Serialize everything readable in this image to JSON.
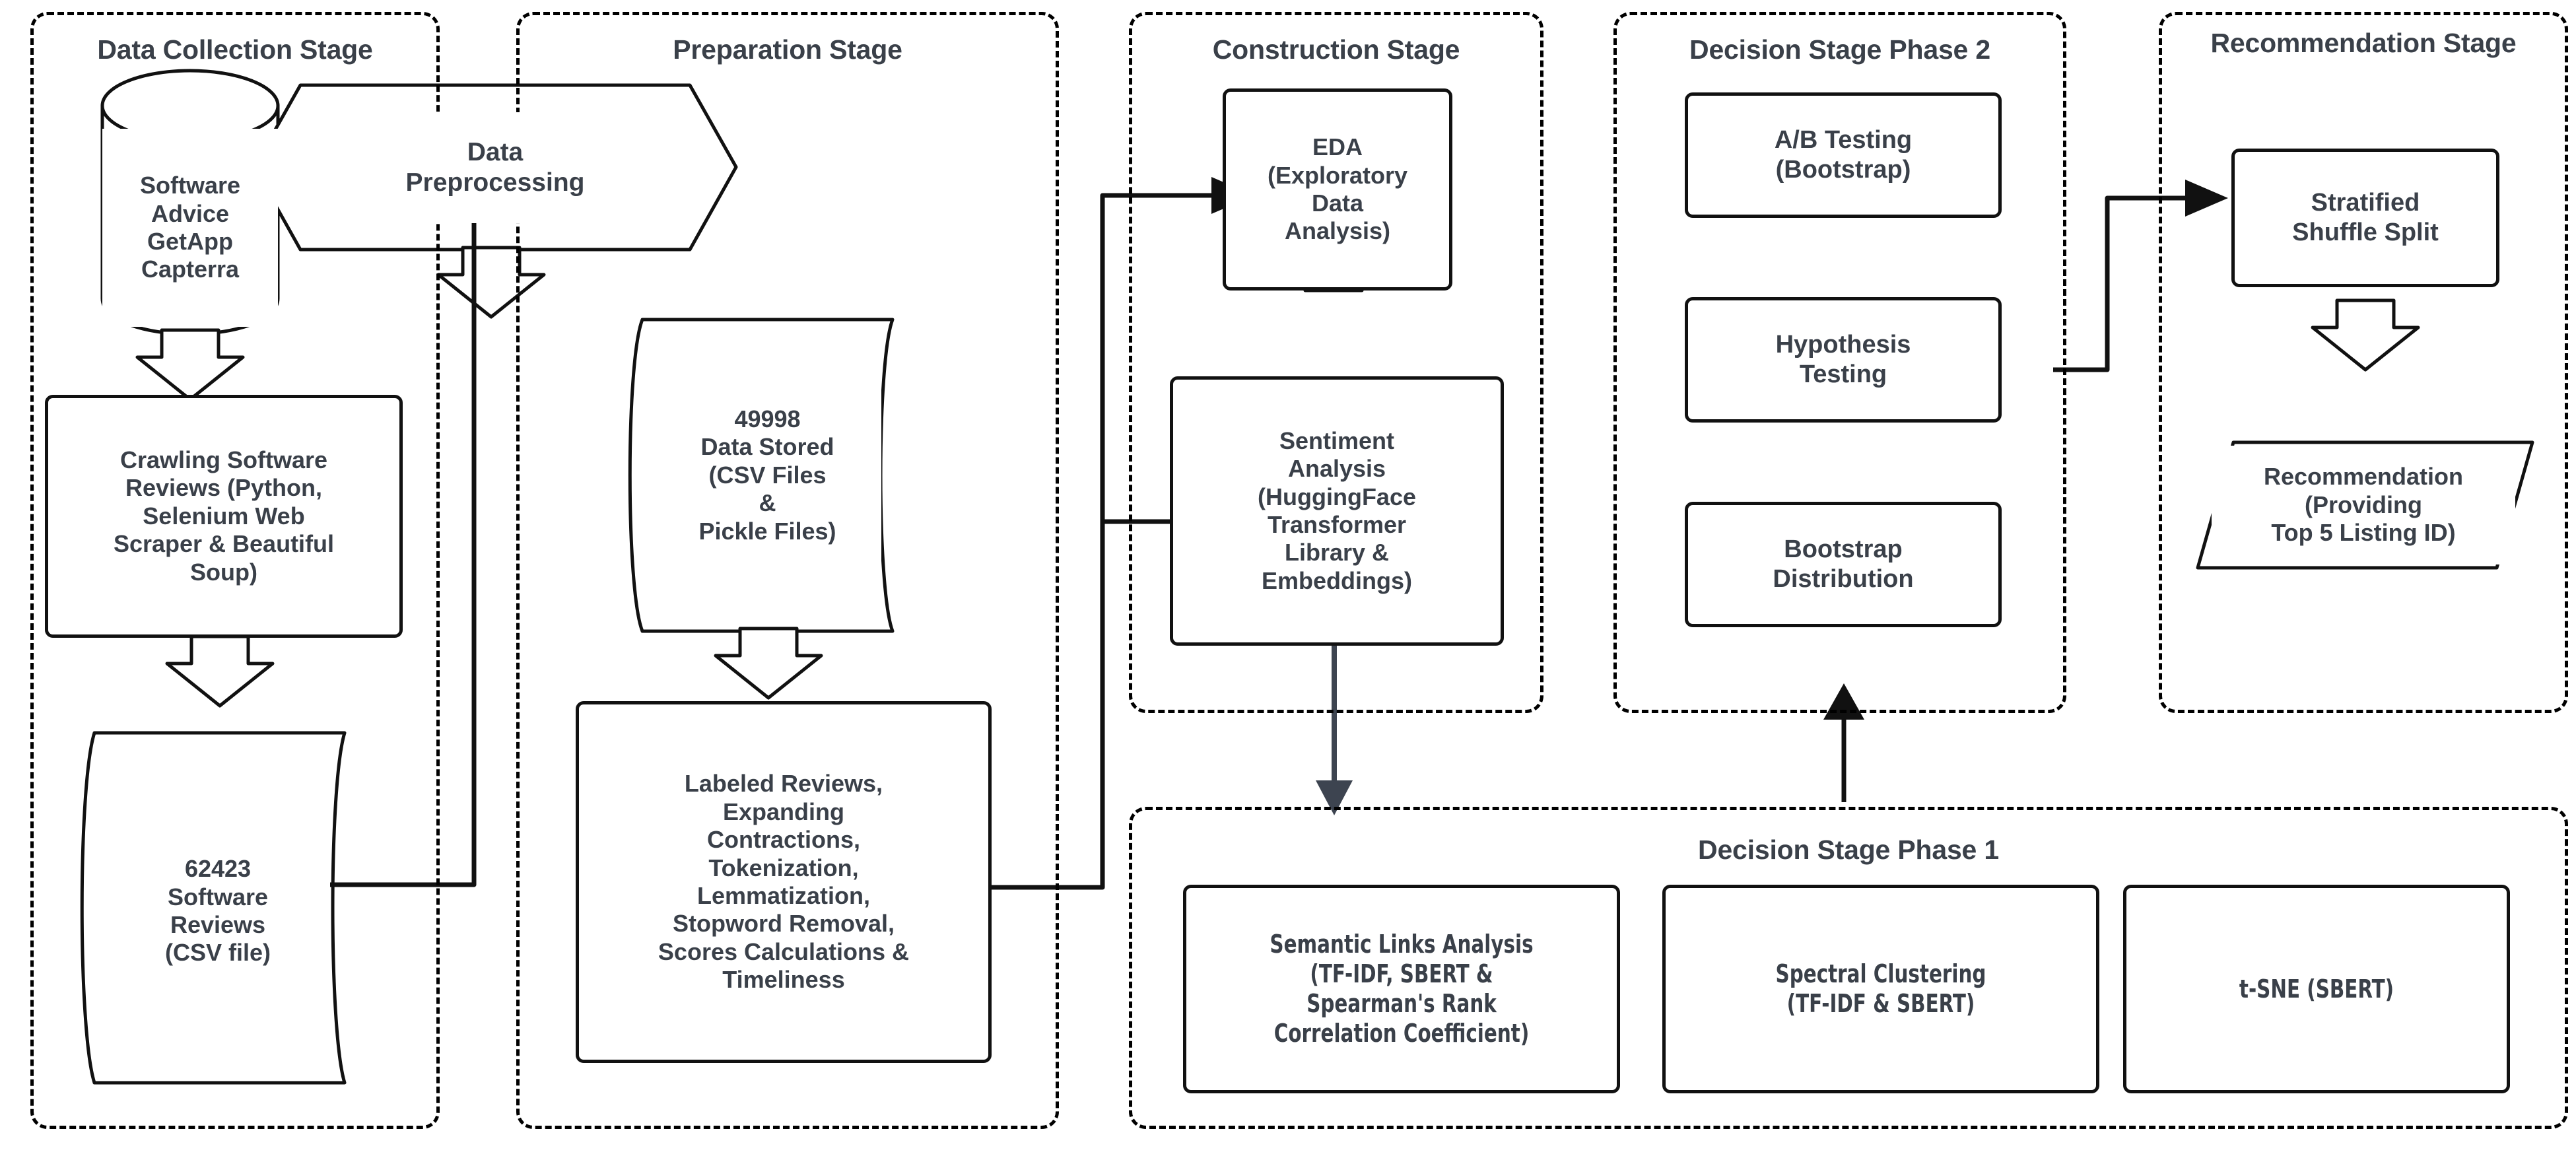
{
  "diagram": {
    "title_text_color": "#3a4049",
    "line_color": "#111111",
    "accent_arrow_color": "#3d4450",
    "background": "#ffffff"
  },
  "stages": {
    "data_collection": {
      "title": "Data Collection Stage",
      "nodes": {
        "sources": "Software\nAdvice\nGetApp\nCapterra",
        "crawling": "Crawling Software\nReviews (Python,\nSelenium Web\nScraper & Beautiful\nSoup)",
        "reviews_file": "62423\nSoftware\nReviews\n(CSV file)"
      }
    },
    "preparation": {
      "title": "Preparation Stage",
      "nodes": {
        "preprocessing": "Data\nPreprocessing",
        "stored": "49998\nData Stored\n(CSV Files\n&\nPickle Files)",
        "labeled": "Labeled Reviews,\nExpanding\nContractions,\nTokenization,\nLemmatization,\nStopword  Removal,\nScores Calculations &\nTimeliness"
      }
    },
    "construction": {
      "title": "Construction Stage",
      "nodes": {
        "eda": "EDA\n(Exploratory\nData\nAnalysis)",
        "sentiment": "Sentiment\nAnalysis\n(HuggingFace\nTransformer\nLibrary &\nEmbeddings)"
      }
    },
    "decision_phase2": {
      "title": "Decision Stage Phase 2",
      "nodes": {
        "ab_testing": "A/B Testing\n(Bootstrap)",
        "hypothesis": "Hypothesis\nTesting",
        "bootstrap": "Bootstrap\nDistribution"
      }
    },
    "recommendation": {
      "title": "Recommendation\nStage",
      "nodes": {
        "split": "Stratified\nShuffle Split",
        "recommendation": "Recommendation\n(Providing\nTop 5 Listing ID)"
      }
    },
    "decision_phase1": {
      "title": "Decision Stage Phase 1",
      "nodes": {
        "semantic": "Semantic Links Analysis\n(TF-IDF, SBERT &\nSpearman's Rank\nCorrelation Coefficient)",
        "spectral": "Spectral Clustering\n(TF-IDF & SBERT)",
        "tsne": "t-SNE (SBERT)"
      }
    }
  }
}
